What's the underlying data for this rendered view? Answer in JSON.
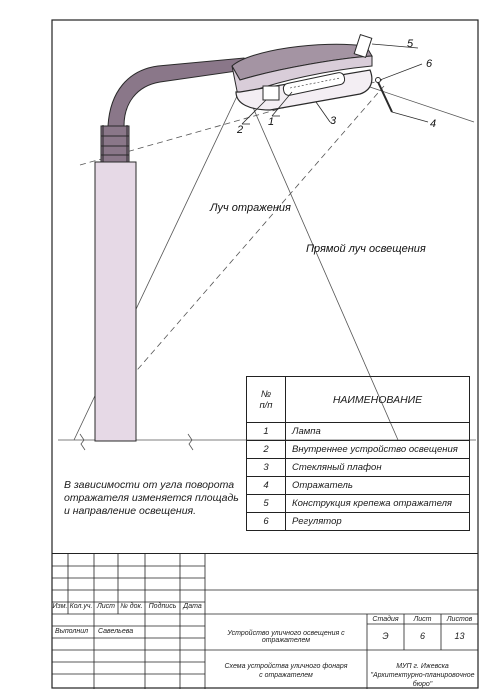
{
  "drawing": {
    "labels": {
      "reflected_ray": "Луч отражения",
      "direct_ray": "Прямой луч освещения"
    },
    "callouts": [
      "1",
      "2",
      "3",
      "4",
      "5",
      "6"
    ],
    "note": [
      "В зависимости от угла поворота",
      "отражателя изменяется площадь",
      "и направление освещения."
    ]
  },
  "legend": {
    "header_num": [
      "№",
      "п/п"
    ],
    "header_name": "НАИМЕНОВАНИЕ",
    "rows": [
      {
        "num": "1",
        "name": "Лампа"
      },
      {
        "num": "2",
        "name": "Внутреннее устройство освещения"
      },
      {
        "num": "3",
        "name": "Стекляный плафон"
      },
      {
        "num": "4",
        "name": "Отражатель"
      },
      {
        "num": "5",
        "name": "Конструкция крепежа отражателя"
      },
      {
        "num": "6",
        "name": "Регулятор"
      }
    ]
  },
  "title_block": {
    "col_headers": [
      "Изм.",
      "Кол.уч.",
      "Лист",
      "№ док.",
      "Подпись",
      "Дата"
    ],
    "role": "Выполнил",
    "person": "Савельева",
    "project": "Устройство уличного освещения с отражателем",
    "stage_header": "Стадия",
    "sheet_header": "Лист",
    "sheets_header": "Листов",
    "stage": "Э",
    "sheet": "6",
    "sheets": "13",
    "drawing_title": [
      "Схема устройства уличного фонаря",
      "с отражателем"
    ],
    "org": [
      "МУП г. Ижевска",
      "\"Архитектурно-планировочное бюро\""
    ]
  },
  "colors": {
    "pole_fill": "#e6d9e6",
    "arm_fill": "#8a7789",
    "line": "#2a2a2a",
    "dash": "#6b6b6b"
  }
}
